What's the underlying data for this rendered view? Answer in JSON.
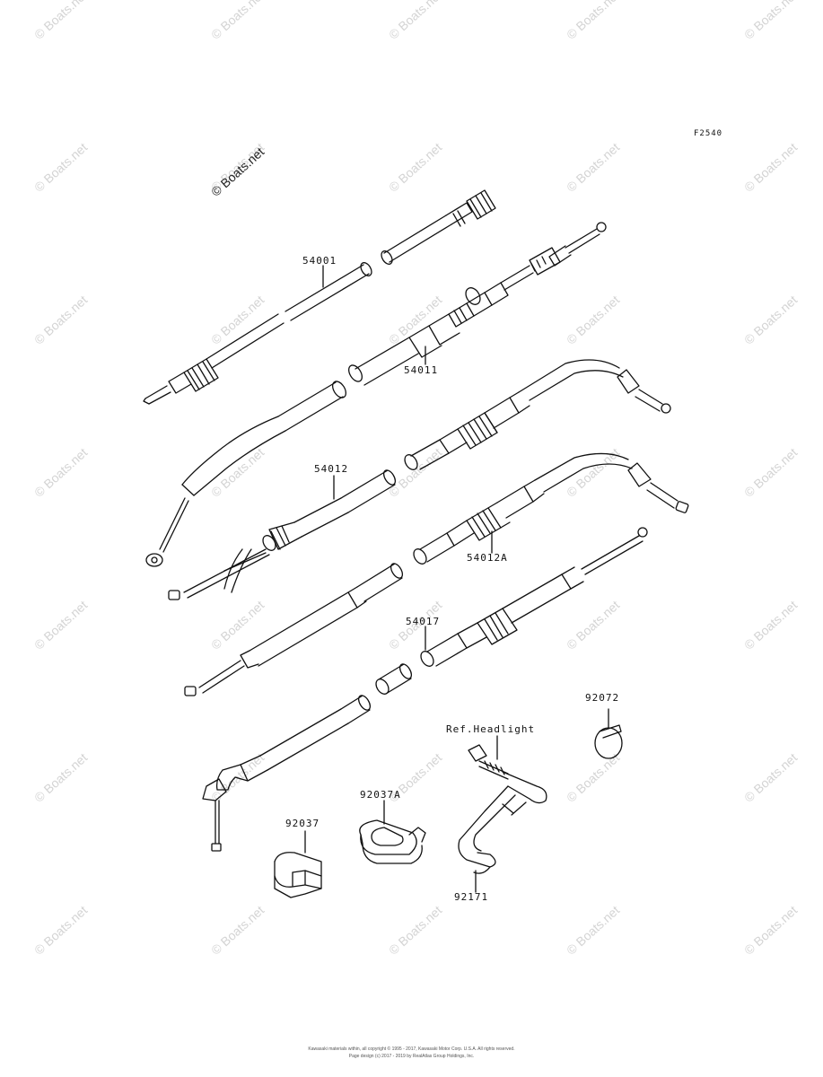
{
  "drawing_code": "F2540",
  "watermark_main": "© Boats.net",
  "watermark_tile": "© Boats.net",
  "reference_note": "Ref.Headlight",
  "parts": [
    {
      "number": "54001"
    },
    {
      "number": "54011"
    },
    {
      "number": "54012"
    },
    {
      "number": "54012A"
    },
    {
      "number": "54017"
    },
    {
      "number": "92072"
    },
    {
      "number": "92037A"
    },
    {
      "number": "92037"
    },
    {
      "number": "92171"
    }
  ],
  "footer": {
    "line1": "Kawasaki materials within, all copyright © 1995 - 2017, Kawasaki Motor Corp. U.S.A. All rights reserved.",
    "line2": "Page design (c) 2017 - 2019 by RealAtlas Group Holdings, Inc."
  }
}
